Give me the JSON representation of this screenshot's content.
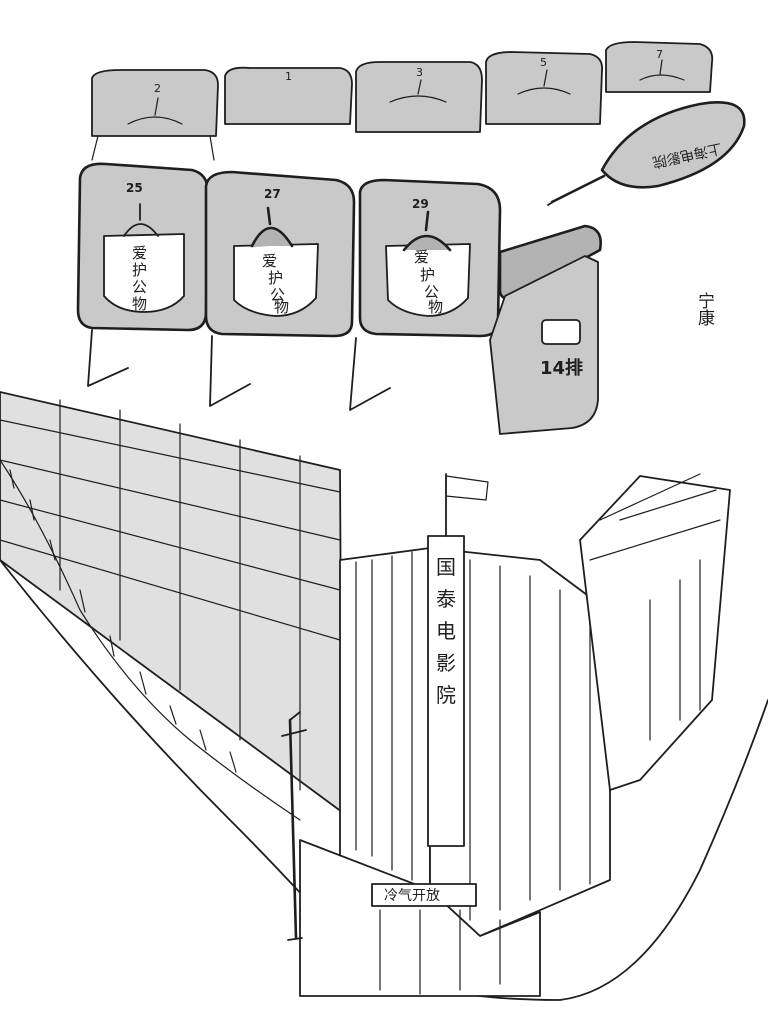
{
  "seats_top": [
    "2",
    "1",
    "3",
    "5",
    "7"
  ],
  "seats_front": [
    "25",
    "27",
    "29"
  ],
  "seat_pocket_label": [
    "爱",
    "护",
    "公",
    "物"
  ],
  "row_label": "14排",
  "fan_text": "上海电影院",
  "artist_signature": "宁康",
  "theater_sign": [
    "国",
    "泰",
    "电",
    "影",
    "院"
  ],
  "marquee": "冷气开放",
  "colors": {
    "ink": "#1e1e1e",
    "shade": "#c9c9c9",
    "paper": "#ffffff"
  }
}
